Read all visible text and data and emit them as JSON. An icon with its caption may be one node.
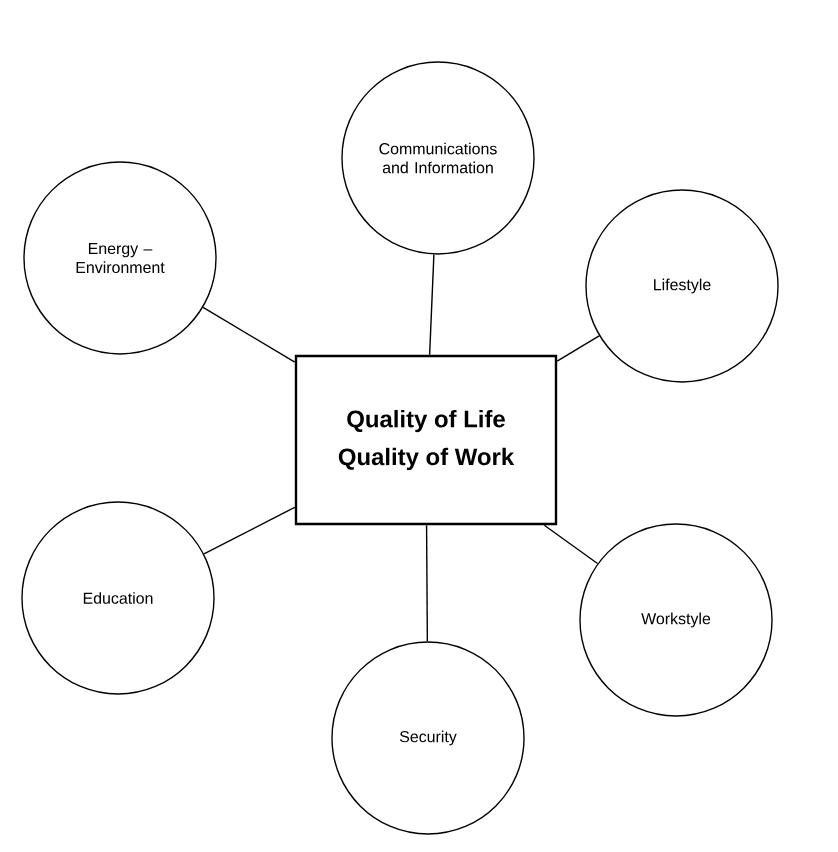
{
  "diagram": {
    "nodes": [
      {
        "text": [
          "Communications and Information"
        ]
      },
      {
        "text": [
          "Energy – Environment"
        ]
      },
      {
        "text": [
          "Lifestyle"
        ]
      },
      {
        "text": [
          "Quality of Life",
          "Quality of Work"
        ]
      },
      {
        "text": [
          "Education"
        ]
      },
      {
        "text": [
          "Workstyle"
        ]
      },
      {
        "text": [
          "Security"
        ]
      }
    ],
    "edges": [
      {
        "from": 3,
        "to": 0,
        "arrow": "none"
      },
      {
        "from": 3,
        "to": 1,
        "arrow": "none"
      },
      {
        "from": 3,
        "to": 2,
        "arrow": "none"
      },
      {
        "from": 3,
        "to": 4,
        "arrow": "none"
      },
      {
        "from": 3,
        "to": 5,
        "arrow": "none"
      },
      {
        "from": 3,
        "to": 6,
        "arrow": "none"
      }
    ]
  }
}
